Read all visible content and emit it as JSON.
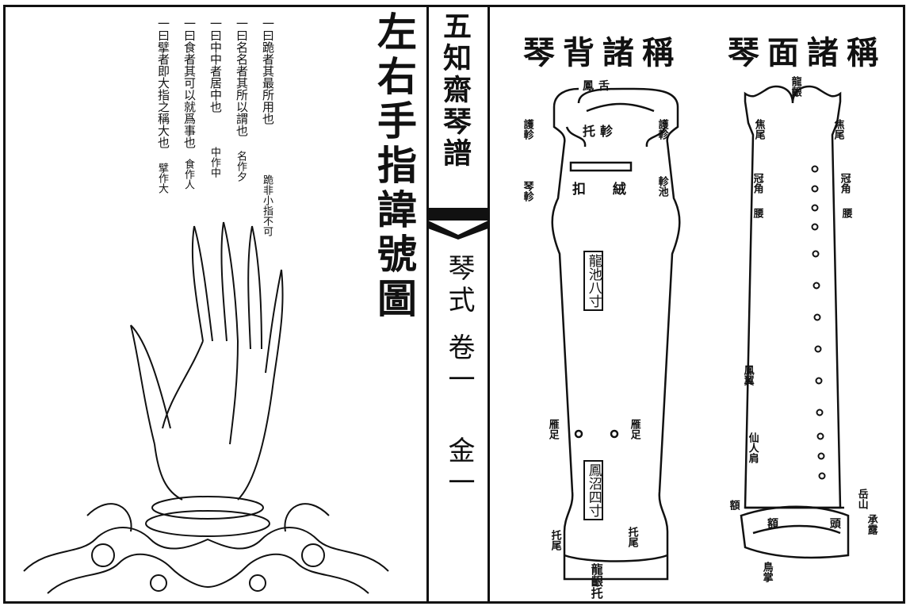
{
  "left_page": {
    "title": "左右手指諱號圖",
    "notes": [
      "一曰擘者即大指之稱大也",
      "一曰食者其可以就爲事也",
      "一曰中中者居中也",
      "一曰名名者其所以謂也",
      "一曰跪者其最所用也"
    ],
    "minor_notes": [
      "擘作大",
      "食作人",
      "中作中",
      "名作夕",
      "跪非小指不可"
    ]
  },
  "center": {
    "book_title": "五知齋琴譜",
    "section": "琴式",
    "volume": "卷一",
    "page": "金一"
  },
  "right_page": {
    "back_title": "琴背諸稱",
    "face_title": "琴面諸稱",
    "back_labels": {
      "top": "鳳舌",
      "tuo_zhen": "托軫",
      "hu_zhen_left": "護軫",
      "hu_zhen_right": "護軫",
      "qin_zhen": "琴軫",
      "zhen_chi": "軫池",
      "kou_tuo": "扣 絨",
      "long_chi": "龍池八寸",
      "yan_zu_left": "雁足",
      "yan_zu_right": "雁足",
      "feng_zhao": "鳳沼四寸",
      "tuo_wei_left": "托尾",
      "tuo_wei_right": "托尾",
      "bottom": "龍齦托"
    },
    "face_labels": {
      "top": "龍齦",
      "jiao_wei_left": "焦尾",
      "jiao_wei_right": "焦尾",
      "guan_jiao_left": "冠角",
      "guan_jiao_right": "冠角",
      "yao_left": "腰",
      "yao_right": "腰",
      "feng_yi": "鳳翼",
      "xian_ren": "仙人肩",
      "yue_shan": "岳山",
      "cheng_lu": "承露",
      "yue_bottom": "額",
      "bottom_label": "鳥掌",
      "foot": "額 頭"
    }
  }
}
